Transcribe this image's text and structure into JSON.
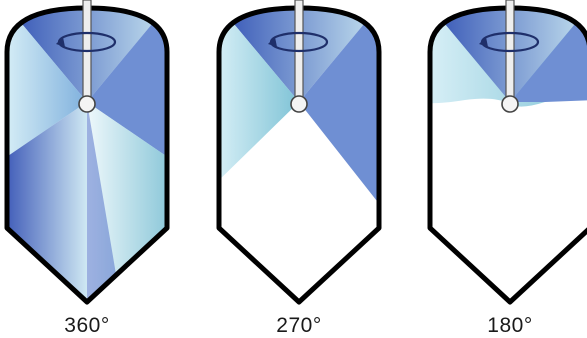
{
  "panels": [
    {
      "label": "360°",
      "coverage_degrees": 360
    },
    {
      "label": "270°",
      "coverage_degrees": 270
    },
    {
      "label": "180°",
      "coverage_degrees": 180
    }
  ],
  "colors": {
    "spray_dark": "#2f4fb3",
    "spray_mid": "#6f8fd3",
    "spray_light": "#d9f0f7",
    "spray_cyan": "#7fc3d6",
    "outline": "#000000",
    "shaft": "#eeeeee"
  },
  "icons": {
    "rotation": "rotation-arrow-icon",
    "nozzle": "nozzle-ball-icon"
  }
}
